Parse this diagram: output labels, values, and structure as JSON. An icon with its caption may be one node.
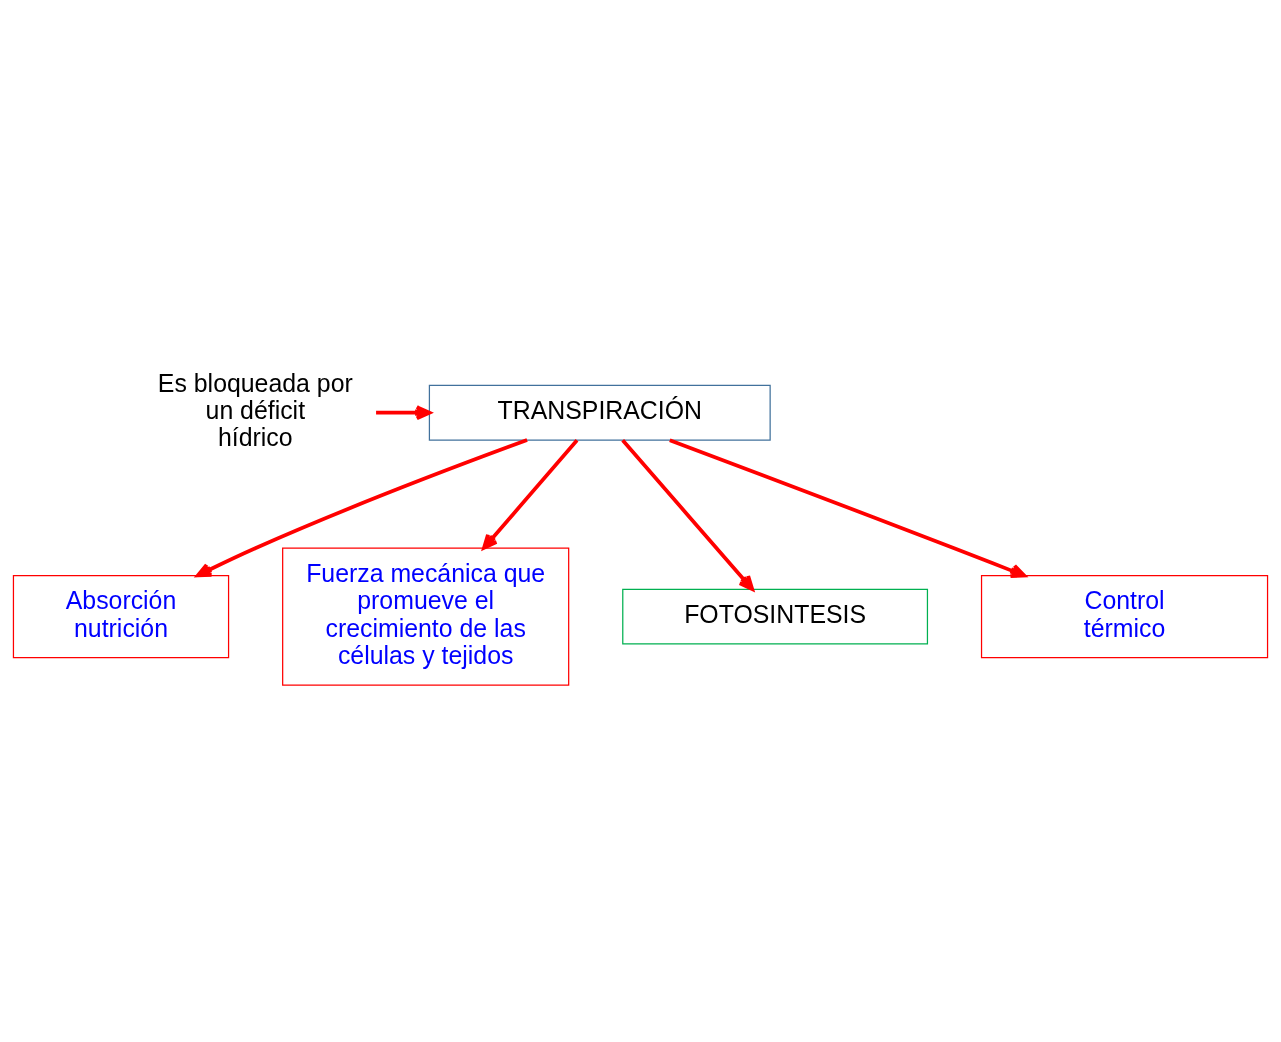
{
  "diagram": {
    "nodes": [
      {
        "text": [
          "TRANSPIRACIÓN"
        ]
      },
      {
        "text": [
          "Es bloqueada por un déficit hídrico"
        ]
      },
      {
        "text": [
          "Absorción nutrición"
        ]
      },
      {
        "text": [
          "Fuerza mecánica que promueve el crecimiento de las células y tejidos"
        ]
      },
      {
        "text": [
          "FOTOSINTESIS"
        ]
      },
      {
        "text": [
          "Control térmico"
        ]
      }
    ],
    "edges": [
      {
        "from": 1,
        "to": 0,
        "arrow": "to"
      },
      {
        "from": 0,
        "to": 2,
        "arrow": "to"
      },
      {
        "from": 0,
        "to": 3,
        "arrow": "to"
      },
      {
        "from": 0,
        "to": 4,
        "arrow": "to"
      },
      {
        "from": 0,
        "to": 5,
        "arrow": "to"
      }
    ]
  }
}
